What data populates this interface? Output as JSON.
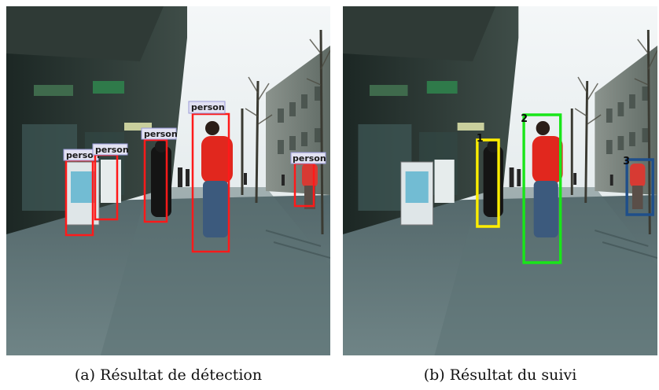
{
  "figure": {
    "panels": [
      {
        "caption": "(a) Résultat de détection",
        "detections": [
          {
            "label": "person",
            "color": "#ff1a1a"
          },
          {
            "label": "person",
            "color": "#ff1a1a"
          },
          {
            "label": "person",
            "color": "#ff1a1a"
          },
          {
            "label": "person",
            "color": "#ff1a1a"
          },
          {
            "label": "person",
            "color": "#ff1a1a"
          }
        ]
      },
      {
        "caption": "(b) Résultat du suivi",
        "tracks": [
          {
            "id": "1",
            "color": "#ffee00"
          },
          {
            "id": "2",
            "color": "#19e619"
          },
          {
            "id": "3",
            "color": "#1f4f8a"
          }
        ]
      }
    ]
  }
}
